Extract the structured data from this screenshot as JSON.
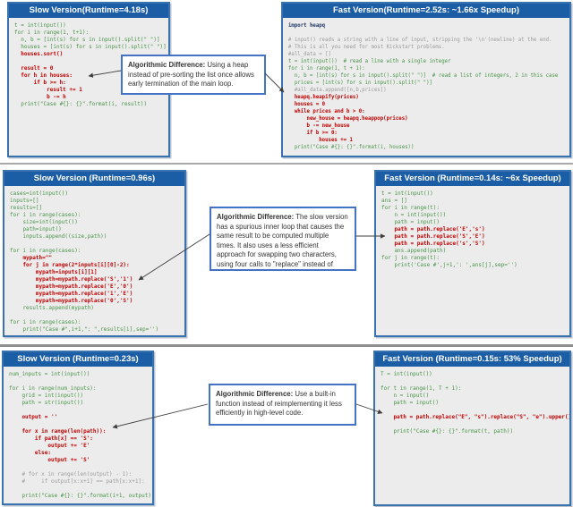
{
  "figure": {
    "rows": [
      {
        "slow_title": "Slow Version(Runtime=4.18s)",
        "fast_title": "Fast Version(Runtime=2.52s: ~1.66x Speedup)",
        "note_label": "Algorithmic Difference:",
        "note_text": " Using a heap instead of pre-sorting the list once allows early termination of the main loop.",
        "slow_code": [
          {
            "t": "t = int(input())",
            "c": "g"
          },
          {
            "t": "for i in range(1, t+1):",
            "c": "g"
          },
          {
            "t": "  n, b = [int(s) for s in input().split(\" \")]",
            "c": "g"
          },
          {
            "t": "  houses = [int(s) for s in input().split(\" \")]",
            "c": "g"
          },
          {
            "t": "  houses.sort()",
            "c": "r"
          },
          {
            "t": "",
            "c": ""
          },
          {
            "t": "  result = 0",
            "c": "r"
          },
          {
            "t": "  for h in houses:",
            "c": "r"
          },
          {
            "t": "      if b >= h:",
            "c": "r"
          },
          {
            "t": "          result += 1",
            "c": "r"
          },
          {
            "t": "          b -= h",
            "c": "r"
          },
          {
            "t": "  print(\"Case #{}: {}\".format(i, result))",
            "c": "g"
          }
        ],
        "fast_code": [
          {
            "t": "import heapq",
            "c": "n"
          },
          {
            "t": "",
            "c": ""
          },
          {
            "t": "# input() reads a string with a line of input, stripping the '\\n'(newline) at the end.",
            "c": "c"
          },
          {
            "t": "# This is all you need for most Kickstart problems.",
            "c": "c"
          },
          {
            "t": "#all_data = []",
            "c": "c"
          },
          {
            "t": "t = int(input())  # read a line with a single integer",
            "c": "g"
          },
          {
            "t": "for i in range(1, t + 1):",
            "c": "g"
          },
          {
            "t": "  n, b = [int(s) for s in input().split(\" \")]  # read a list of integers, 2 in this case",
            "c": "g"
          },
          {
            "t": "  prices = [int(s) for s in input().split(\" \")]",
            "c": "g"
          },
          {
            "t": "  #all_data.append([n,b,prices])",
            "c": "c"
          },
          {
            "t": "  heapq.heapify(prices)",
            "c": "r"
          },
          {
            "t": "  houses = 0",
            "c": "r"
          },
          {
            "t": "  while prices and b > 0:",
            "c": "r"
          },
          {
            "t": "      new_house = heapq.heappop(prices)",
            "c": "r"
          },
          {
            "t": "      b -= new_house",
            "c": "r"
          },
          {
            "t": "      if b >= 0:",
            "c": "r"
          },
          {
            "t": "          houses += 1",
            "c": "r"
          },
          {
            "t": "  print(\"Case #{}: {}\".format(i, houses))",
            "c": "g"
          }
        ]
      },
      {
        "slow_title": "Slow Version (Runtime=0.96s)",
        "fast_title": "Fast Version (Runtime=0.14s: ~6x Speedup)",
        "note_label": "Algorithmic Difference:",
        "note_text": " The slow version has a spurious inner loop that causes the same result to be computed multiple times. It also uses a less efficient approach for swapping two characters, using four calls to \"replace\" instead of three.",
        "slow_code": [
          {
            "t": "cases=int(input())",
            "c": "g"
          },
          {
            "t": "inputs=[]",
            "c": "g"
          },
          {
            "t": "results=[]",
            "c": "g"
          },
          {
            "t": "for i in range(cases):",
            "c": "g"
          },
          {
            "t": "    size=int(input())",
            "c": "g"
          },
          {
            "t": "    path=input()",
            "c": "g"
          },
          {
            "t": "    inputs.append((size,path))",
            "c": "g"
          },
          {
            "t": "",
            "c": ""
          },
          {
            "t": "for i in range(cases):",
            "c": "g"
          },
          {
            "t": "    mypath=\"\"",
            "c": "r"
          },
          {
            "t": "    for j in range(2*inputs[i][0]-2):",
            "c": "r"
          },
          {
            "t": "        mypath=inputs[i][1]",
            "c": "r"
          },
          {
            "t": "        mypath=mypath.replace('S','1')",
            "c": "r"
          },
          {
            "t": "        mypath=mypath.replace('E','0')",
            "c": "r"
          },
          {
            "t": "        mypath=mypath.replace('1','E')",
            "c": "r"
          },
          {
            "t": "        mypath=mypath.replace('0','S')",
            "c": "r"
          },
          {
            "t": "    results.append(mypath)",
            "c": "g"
          },
          {
            "t": "",
            "c": ""
          },
          {
            "t": "for i in range(cases):",
            "c": "g"
          },
          {
            "t": "    print(\"Case #\",i+1,\": \",results[i],sep='')",
            "c": "g"
          }
        ],
        "fast_code": [
          {
            "t": "t = int(input())",
            "c": "g"
          },
          {
            "t": "ans = []",
            "c": "g"
          },
          {
            "t": "for i in range(t):",
            "c": "g"
          },
          {
            "t": "    n = int(input())",
            "c": "g"
          },
          {
            "t": "    path = input()",
            "c": "g"
          },
          {
            "t": "    path = path.replace('E','s')",
            "c": "r"
          },
          {
            "t": "    path = path.replace('S','E')",
            "c": "r"
          },
          {
            "t": "    path = path.replace('s','S')",
            "c": "r"
          },
          {
            "t": "    ans.append(path)",
            "c": "g"
          },
          {
            "t": "for j in range(t):",
            "c": "g"
          },
          {
            "t": "    print('Case #',j+1,': ',ans[j],sep='')",
            "c": "g"
          }
        ]
      },
      {
        "slow_title": "Slow Version (Runtime=0.23s)",
        "fast_title": "Fast Version (Runtime=0.15s: 53% Speedup)",
        "note_label": "Algorithmic Difference:",
        "note_text": " Use a built-in function instead of reimplementing it less efficiently in high-level code.",
        "slow_code": [
          {
            "t": "num_inputs = int(input())",
            "c": "g"
          },
          {
            "t": "",
            "c": ""
          },
          {
            "t": "for i in range(num_inputs):",
            "c": "g"
          },
          {
            "t": "    grid = int(input())",
            "c": "g"
          },
          {
            "t": "    path = str(input())",
            "c": "g"
          },
          {
            "t": "",
            "c": ""
          },
          {
            "t": "    output = ''",
            "c": "r"
          },
          {
            "t": "",
            "c": ""
          },
          {
            "t": "    for x in range(len(path)):",
            "c": "r"
          },
          {
            "t": "        if path[x] == 'S':",
            "c": "r"
          },
          {
            "t": "            output += 'E'",
            "c": "r"
          },
          {
            "t": "        else:",
            "c": "r"
          },
          {
            "t": "            output += 'S'",
            "c": "r"
          },
          {
            "t": "",
            "c": ""
          },
          {
            "t": "    # for x in range(len(output) - 1):",
            "c": "c"
          },
          {
            "t": "    #     if output[x:x+1] == path[x:x+1]:",
            "c": "c"
          },
          {
            "t": "",
            "c": ""
          },
          {
            "t": "    print(\"Case #{}: {}\".format(i+1, output))",
            "c": "g"
          }
        ],
        "fast_code": [
          {
            "t": "T = int(input())",
            "c": "g"
          },
          {
            "t": "",
            "c": ""
          },
          {
            "t": "for t in range(1, T + 1):",
            "c": "g"
          },
          {
            "t": "    n = input()",
            "c": "g"
          },
          {
            "t": "    path = input()",
            "c": "g"
          },
          {
            "t": "",
            "c": ""
          },
          {
            "t": "    path = path.replace(\"E\", \"s\").replace(\"S\", \"e\").upper()",
            "c": "r"
          },
          {
            "t": "",
            "c": ""
          },
          {
            "t": "    print(\"Case #{}: {}\".format(t, path))",
            "c": "g"
          }
        ]
      }
    ]
  },
  "colors": {
    "header_bg": "#1b5ea6",
    "panel_border": "#3a72ad",
    "panel_bg": "#ececec",
    "note_border": "#4472c4",
    "code_green": "#479447",
    "code_red": "#c00000",
    "code_gray": "#9b9b9b",
    "code_navy": "#1f3864",
    "arrow": "#3d3d3d",
    "divider": "#a9a9a9",
    "note_text": "#333333"
  }
}
